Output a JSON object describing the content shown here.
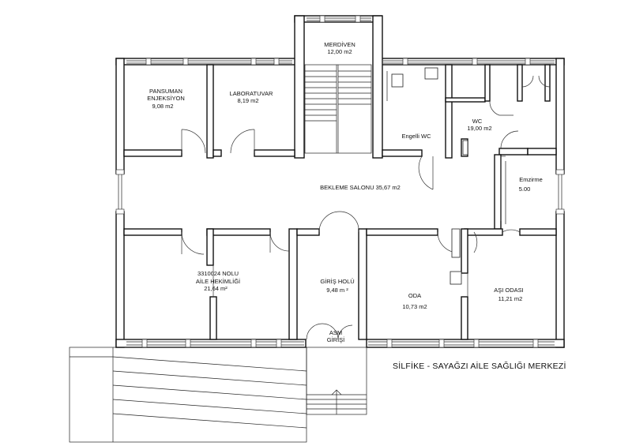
{
  "plan": {
    "title": "SİLFİKE - SAYAĞZI AİLE SAĞLIĞI MERKEZİ",
    "rooms": {
      "merdiven": {
        "name": "MERDİVEN",
        "area": "12,00 m2"
      },
      "pansuman": {
        "line1": "PANSUMAN",
        "line2": "ENJEKSİYON",
        "area": "9,08 m2"
      },
      "laboratuvar": {
        "name": "LABORATUVAR",
        "area": "8,19 m2"
      },
      "engelli_wc": {
        "name": "Engelli WC"
      },
      "wc": {
        "name": "WC",
        "area": "19,00 m2"
      },
      "emzirme": {
        "name": "Emzirme",
        "area": "5.00"
      },
      "bekleme": {
        "name": "BEKLEME SALONU 35,67 m2"
      },
      "hekimlik": {
        "line1": "3310024 NOLU",
        "line2": "AİLE HEKİMLİĞİ",
        "area": "21,64 m²"
      },
      "giris_holu": {
        "name": "GİRİŞ HOLÜ",
        "area": "9,48 m ²"
      },
      "oda": {
        "name": "ODA",
        "area": "10,73 m2"
      },
      "asi_odasi": {
        "name": "AŞI ODASI",
        "area": "11,21 m2"
      },
      "asm_girisi": {
        "line1": "ASM",
        "line2": "GİRİŞİ"
      }
    }
  }
}
